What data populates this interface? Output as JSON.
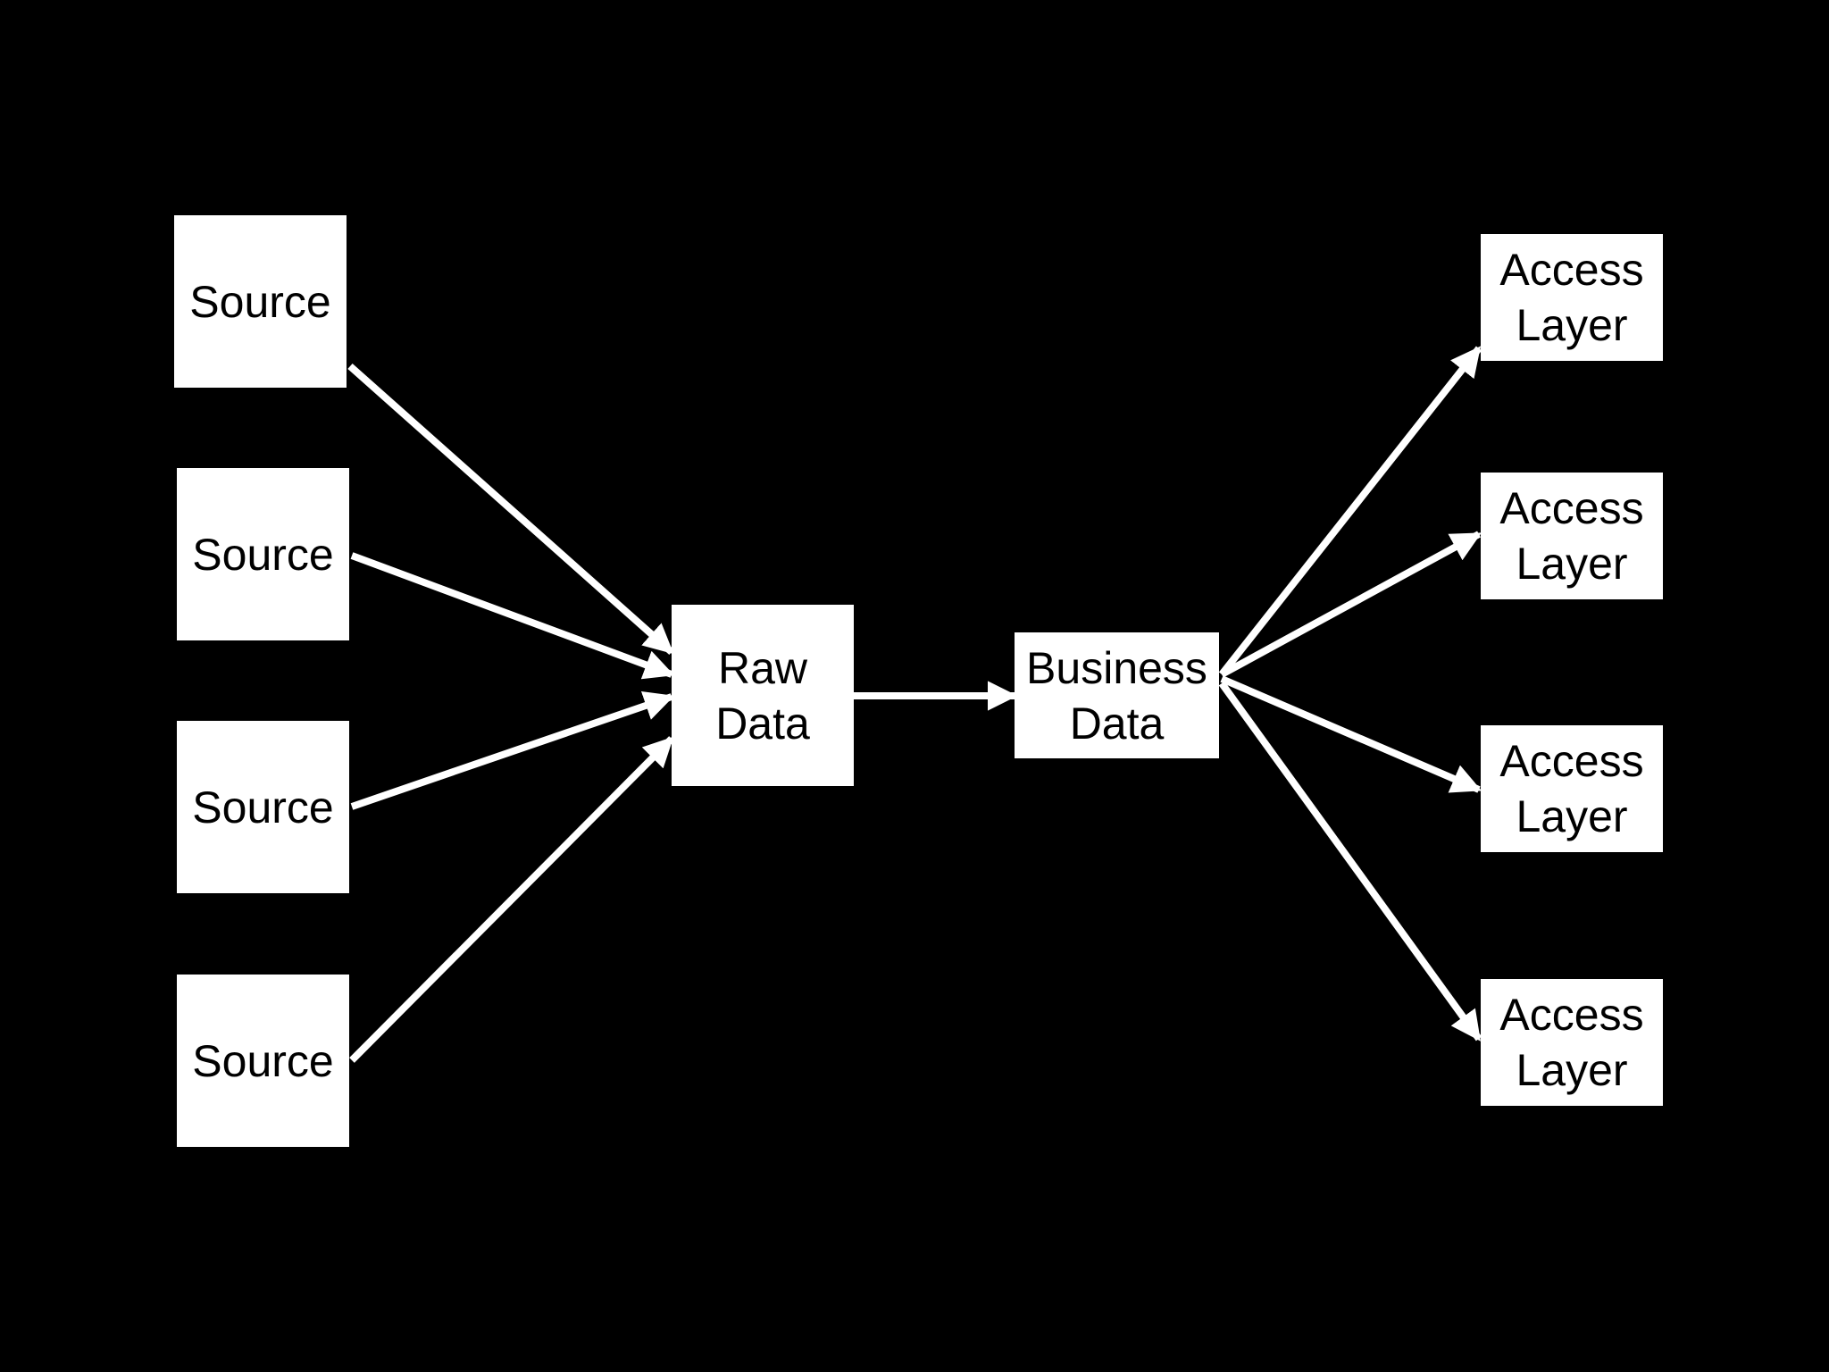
{
  "diagram": {
    "background": "#000000",
    "box_color": "#ffffff",
    "text_color": "#000000",
    "arrow_color": "#ffffff",
    "sources": [
      {
        "label": "Source"
      },
      {
        "label": "Source"
      },
      {
        "label": "Source"
      },
      {
        "label": "Source"
      }
    ],
    "raw_data": {
      "line1": "Raw",
      "line2": "Data"
    },
    "business_data": {
      "line1": "Business",
      "line2": "Data"
    },
    "access_layers": [
      {
        "line1": "Access",
        "line2": "Layer"
      },
      {
        "line1": "Access",
        "line2": "Layer"
      },
      {
        "line1": "Access",
        "line2": "Layer"
      },
      {
        "line1": "Access",
        "line2": "Layer"
      }
    ],
    "edges": [
      {
        "from": "source-1",
        "to": "raw-data"
      },
      {
        "from": "source-2",
        "to": "raw-data"
      },
      {
        "from": "source-3",
        "to": "raw-data"
      },
      {
        "from": "source-4",
        "to": "raw-data"
      },
      {
        "from": "raw-data",
        "to": "business-data"
      },
      {
        "from": "business-data",
        "to": "access-layer-1"
      },
      {
        "from": "business-data",
        "to": "access-layer-2"
      },
      {
        "from": "business-data",
        "to": "access-layer-3"
      },
      {
        "from": "business-data",
        "to": "access-layer-4"
      }
    ]
  }
}
